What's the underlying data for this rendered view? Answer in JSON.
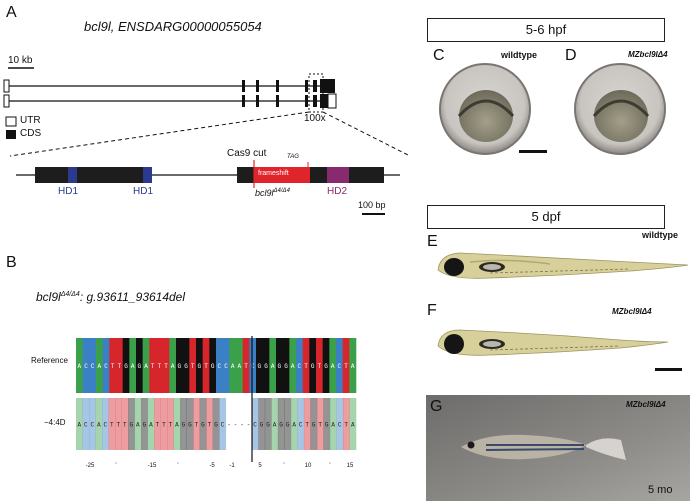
{
  "panelA": {
    "letter": "A",
    "gene_title": "bcl9l, ENSDARG00000055054",
    "scale_kb": "10 kb",
    "legend_utr": "UTR",
    "legend_cds": "CDS",
    "zoom_label": "100x",
    "cas9_label": "Cas9 cut",
    "tag_label": "TAG",
    "frameshift_label": "frameshift",
    "allele_label": "bcl9l",
    "allele_sup": "Δ4/Δ4",
    "hd1_label_a": "HD1",
    "hd1_label_b": "HD1",
    "hd2_label": "HD2",
    "scale_bp": "100 bp",
    "colors": {
      "hd1": "#2b3a8f",
      "hd2": "#8a2a6e",
      "frameshift": "#e0242c",
      "exon": "#1d1d1d"
    }
  },
  "panelB": {
    "letter": "B",
    "title_gene": "bcl9l",
    "title_sup": "Δ4/Δ4",
    "title_rest": ": g.93611_93614del",
    "reference_label": "Reference",
    "mutant_label": "−4:4D",
    "reference_seq": "ACCACTTGAGATTTAGGTGTGCCAATCGGAGGACTGTGACTA",
    "mutant_seq": "ACCACTTTGAGATTTAGGTGTGC----CGGAGGACTGTGACTA",
    "axis_ticks": [
      "-25",
      "'",
      "-15",
      "'",
      "-5",
      "-1",
      "5",
      "'",
      "10",
      "'",
      "15"
    ],
    "base_colors": {
      "A": "#3aa14a",
      "C": "#3b7fc4",
      "G": "#111111",
      "T": "#d6262c"
    }
  },
  "panelC": {
    "letter": "C",
    "label": "wildtype"
  },
  "panelD": {
    "letter": "D",
    "label": "MZbcl9lΔ4"
  },
  "header_top": "5-6 hpf",
  "header_mid": "5 dpf",
  "panelE": {
    "letter": "E",
    "label": "wildtype"
  },
  "panelF": {
    "letter": "F",
    "label": "MZbcl9lΔ4"
  },
  "panelG": {
    "letter": "G",
    "label": "MZbcl9lΔ4",
    "age": "5 mo"
  }
}
